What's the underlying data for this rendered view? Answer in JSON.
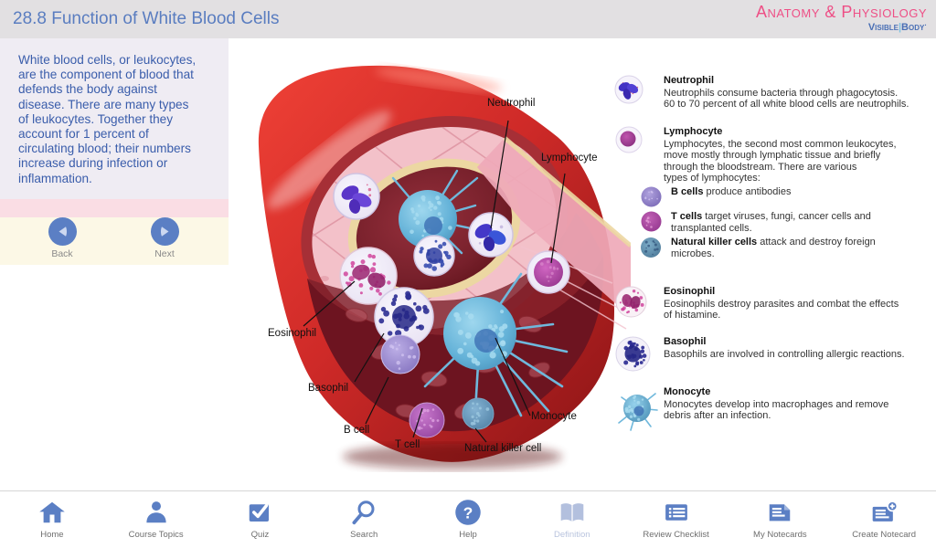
{
  "header": {
    "title": "28.8 Function of White Blood Cells",
    "brand_line1": "Anatomy & Physiology",
    "brand_visible": "Visible",
    "brand_body": "Body",
    "brand_mark": "·"
  },
  "sidebar": {
    "description": "White blood cells, or leukocytes,\nare the component of blood that\ndefends the body against\ndisease. There are many types\nof leukocytes. Together they\naccount for 1 percent of\ncirculating blood; their numbers\nincrease during infection or\ninflammation.",
    "back_label": "Back",
    "next_label": "Next"
  },
  "illustration": {
    "labels": [
      "Neutrophil",
      "Lymphocyte",
      "Eosinophil",
      "Basophil",
      "B cell",
      "T cell",
      "Natural killer cell",
      "Monocyte"
    ]
  },
  "legend": {
    "items": [
      {
        "name": "Neutrophil",
        "description": "Neutrophils consume bacteria through phagocytosis.\n60 to 70 percent of all white blood cells are neutrophils."
      },
      {
        "name": "Lymphocyte",
        "description": "Lymphocytes, the second most common leukocytes,\nmove mostly through lymphatic tissue and briefly\nthrough the bloodstream. There are various\ntypes of lymphocytes:"
      },
      {
        "name": "Eosinophil",
        "description": "Eosinophils destroy parasites and combat the effects\nof histamine."
      },
      {
        "name": "Basophil",
        "description": "Basophils are involved in controlling allergic reactions."
      },
      {
        "name": "Monocyte",
        "description": "Monocytes develop into macrophages and remove\ndebris after an infection."
      }
    ],
    "sub_items": [
      {
        "label": "B cells",
        "text": " produce antibodies"
      },
      {
        "label": "T cells",
        "text": " target viruses, fungi, cancer cells and\ntransplanted cells."
      },
      {
        "label": "Natural killer cells",
        "text": " attack and destroy foreign\nmicrobes."
      }
    ]
  },
  "toolbar": {
    "items": [
      {
        "label": "Home"
      },
      {
        "label": "Course Topics"
      },
      {
        "label": "Quiz"
      },
      {
        "label": "Search"
      },
      {
        "label": "Help"
      },
      {
        "label": "Definition"
      },
      {
        "label": "Review Checklist"
      },
      {
        "label": "My Notecards"
      },
      {
        "label": "Create Notecard"
      }
    ]
  },
  "colors": {
    "accent_blue": "#5b7fc4",
    "brand_pink": "#ee4f86",
    "title_blue": "#5a7dc0",
    "disabled_blue": "#b3c0de",
    "panel_lavender": "#efecf3",
    "panel_pink": "#fadde4",
    "panel_cream": "#fcf8e6"
  }
}
